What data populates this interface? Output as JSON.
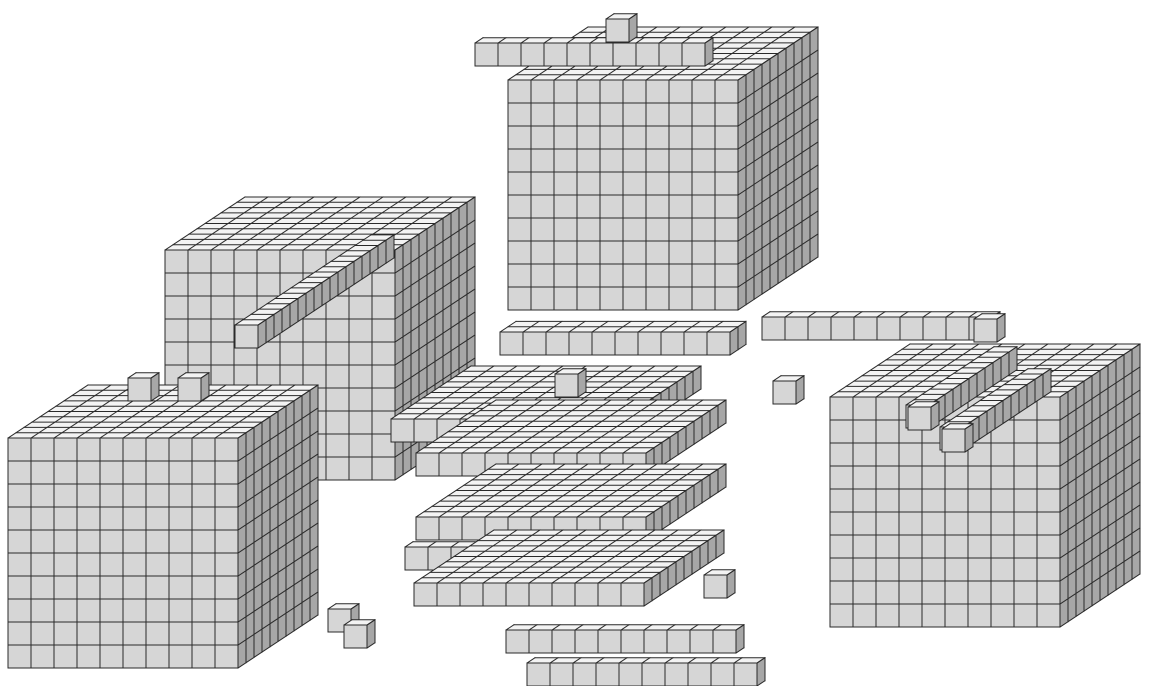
{
  "figure": {
    "background_color": "#ffffff",
    "block_colors": {
      "front": "#d6d6d6",
      "top": "#f3f3f3",
      "side": "#a7a7a7",
      "line": "#2a2a2a"
    },
    "counts": {
      "thousand_cubes": 4,
      "hundred_flats": 4,
      "ten_rods": 12,
      "unit_cubes": 8
    },
    "blocks": [
      {
        "kind": "thousand-cube"
      },
      {
        "kind": "ten-rod"
      },
      {
        "kind": "unit-cube"
      },
      {
        "kind": "thousand-cube"
      },
      {
        "kind": "ten-rod"
      },
      {
        "kind": "hundred-flat"
      },
      {
        "kind": "ten-rod"
      },
      {
        "kind": "unit-cube"
      },
      {
        "kind": "hundred-flat"
      },
      {
        "kind": "hundred-flat"
      },
      {
        "kind": "hundred-flat"
      },
      {
        "kind": "ten-rod"
      },
      {
        "kind": "ten-rod"
      },
      {
        "kind": "ten-rod"
      },
      {
        "kind": "ten-rod"
      },
      {
        "kind": "ten-rod"
      },
      {
        "kind": "unit-cube"
      },
      {
        "kind": "unit-cube"
      },
      {
        "kind": "unit-cube"
      },
      {
        "kind": "thousand-cube"
      },
      {
        "kind": "ten-rod"
      },
      {
        "kind": "ten-rod"
      },
      {
        "kind": "unit-cube"
      },
      {
        "kind": "thousand-cube"
      },
      {
        "kind": "unit-cube"
      },
      {
        "kind": "unit-cube"
      },
      {
        "kind": "ten-rod"
      },
      {
        "kind": "ten-rod"
      }
    ]
  }
}
